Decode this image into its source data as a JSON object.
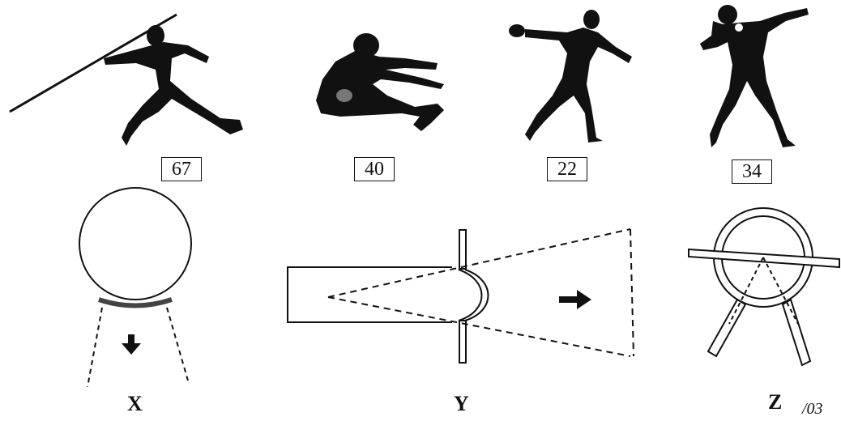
{
  "athletes": [
    {
      "event": "javelin-thrower",
      "number": "67"
    },
    {
      "event": "long-jumper",
      "number": "40"
    },
    {
      "event": "discus-thrower",
      "number": "22"
    },
    {
      "event": "shot-putter",
      "number": "34"
    }
  ],
  "stands": [
    {
      "label": "X"
    },
    {
      "label": "Y"
    },
    {
      "label": "Z"
    }
  ],
  "corner_mark": "/03",
  "colors": {
    "ink": "#111111",
    "background": "#ffffff"
  }
}
